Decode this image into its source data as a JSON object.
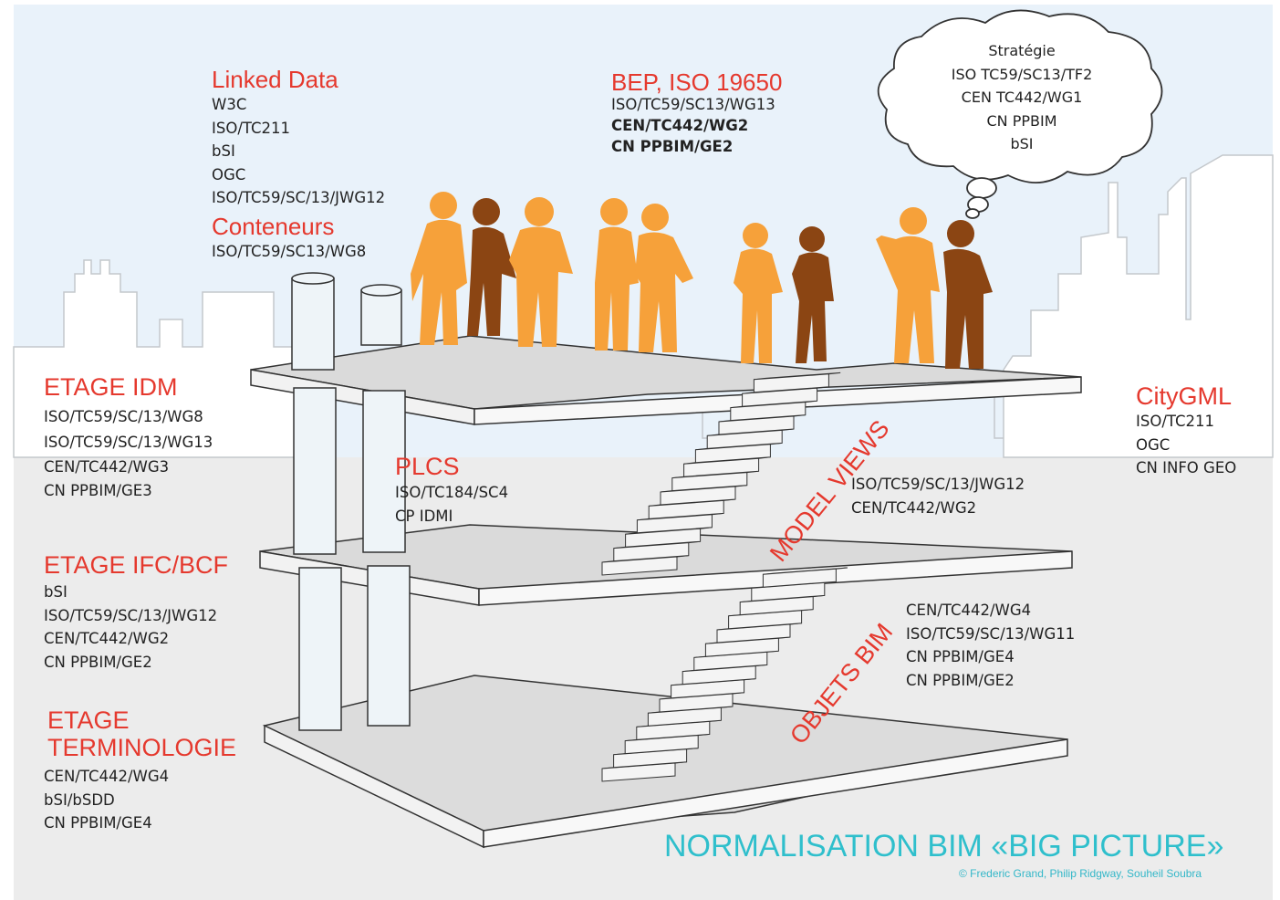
{
  "linked_data": {
    "title": "Linked Data",
    "items": [
      "W3C",
      "ISO/TC211",
      "bSI",
      "OGC",
      "ISO/TC59/SC/13/JWG12"
    ]
  },
  "conteneurs": {
    "title": "Conteneurs",
    "items": [
      "ISO/TC59/SC13/WG8"
    ]
  },
  "bep": {
    "title": "BEP, ISO 19650",
    "items": [
      "ISO/TC59/SC13/WG13",
      "CEN/TC442/WG2",
      "CN PPBIM/GE2"
    ]
  },
  "strategie": {
    "items": [
      "Stratégie",
      "ISO TC59/SC13/TF2",
      "CEN TC442/WG1",
      "CN PPBIM",
      "bSI"
    ]
  },
  "etage_idm": {
    "title": "ETAGE IDM",
    "items": [
      "ISO/TC59/SC/13/WG8",
      "ISO/TC59/SC/13/WG13",
      "CEN/TC442/WG3",
      "CN PPBIM/GE3"
    ]
  },
  "plcs": {
    "title": "PLCS",
    "items": [
      "ISO/TC184/SC4",
      "CP IDMI"
    ]
  },
  "model_views": {
    "title": "MODEL VIEWS",
    "items": [
      "ISO/TC59/SC/13/JWG12",
      "CEN/TC442/WG2"
    ]
  },
  "citygml": {
    "title": "CityGML",
    "items": [
      "ISO/TC211",
      "OGC",
      "CN INFO GEO"
    ]
  },
  "etage_ifc": {
    "title": "ETAGE IFC/BCF",
    "items": [
      "bSI",
      "ISO/TC59/SC/13/JWG12",
      "CEN/TC442/WG2",
      "CN PPBIM/GE2"
    ]
  },
  "objets_bim": {
    "title": "OBJETS BIM",
    "items": [
      "CEN/TC442/WG4",
      "ISO/TC59/SC/13/WG11",
      "CN PPBIM/GE4",
      "CN PPBIM/GE2"
    ]
  },
  "etage_terminologie": {
    "title_line1": "ETAGE",
    "title_line2": "TERMINOLOGIE",
    "items": [
      "CEN/TC442/WG4",
      "bSI/bSDD",
      "CN PPBIM/GE4"
    ]
  },
  "footer": {
    "title": "NORMALISATION BIM «BIG PICTURE»",
    "credit": "© Frederic Grand, Philip Ridgway, Souheil Soubra"
  },
  "colors": {
    "heading": "#e5392e",
    "title": "#2fbfcc",
    "sky": "#e9f2fa",
    "ground": "#ececec",
    "person_light": "#f6a13a",
    "person_dark": "#8b4513"
  }
}
